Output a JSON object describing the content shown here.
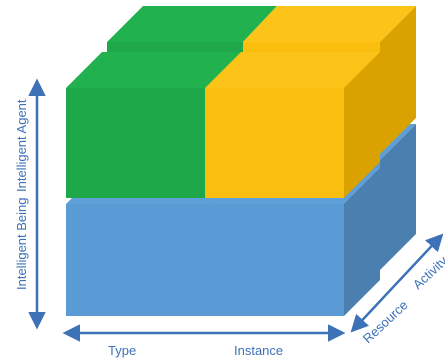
{
  "axes": {
    "vertical": {
      "lower_label": "Intelligent Being",
      "upper_label": "Intelligent Agent"
    },
    "horizontal": {
      "left_label": "Type",
      "right_label": "Instance"
    },
    "depth": {
      "near_label": "Resource",
      "far_label": "Activity"
    }
  },
  "colors": {
    "axis": "#3d71b8",
    "green_front": "#1fa84a",
    "green_top": "#21b24f",
    "green_side": "#178a3b",
    "yellow_front": "#f9be0e",
    "yellow_top": "#fcc419",
    "yellow_side": "#d9a200",
    "blue_front": "#5b9bd5",
    "blue_top": "#5e9fd8",
    "blue_side": "#4a7fb0"
  }
}
